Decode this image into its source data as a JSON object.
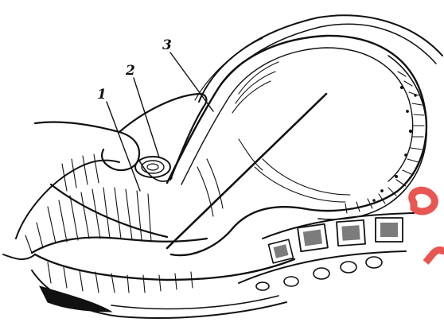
{
  "figure": {
    "callouts": [
      {
        "id": "1",
        "text": "1"
      },
      {
        "id": "2",
        "text": "2"
      },
      {
        "id": "3",
        "text": "3"
      }
    ],
    "watermark_text": "e r",
    "colors": {
      "ink": "#111111",
      "paper": "#ffffff",
      "watermark": "#e53935"
    }
  }
}
